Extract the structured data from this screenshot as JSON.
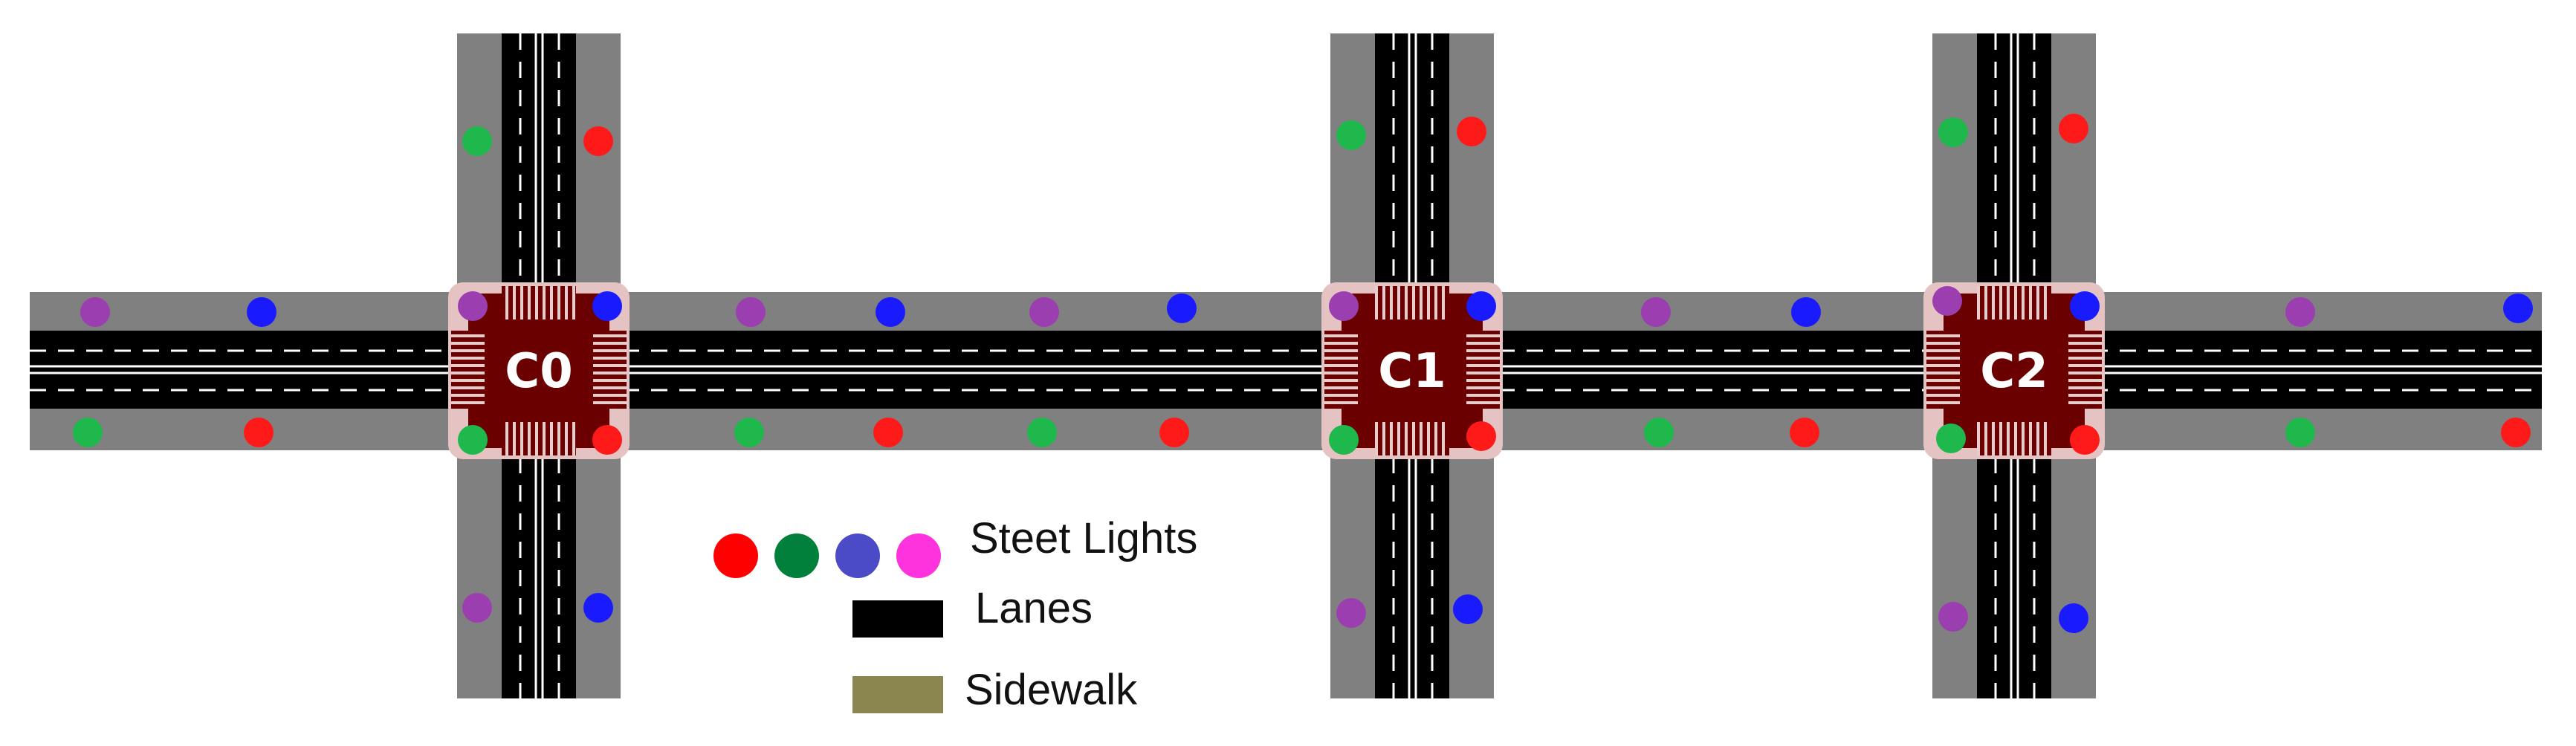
{
  "colors": {
    "sidewalk": "#808080",
    "lane": "#000000",
    "lane_marking": "#ffffff",
    "intersection": "#6b0000",
    "intersection_corner": "#e6c3c3",
    "red_light": "#ff1a1a",
    "green_light": "#1fb84c",
    "blue_light": "#1a1aff",
    "purple_light": "#9b3fb0",
    "legend_red": "#ff0000",
    "legend_green": "#00803a",
    "legend_blue": "#4b4bc8",
    "legend_magenta": "#ff33dd",
    "legend_lane": "#000000",
    "legend_sidewalk": "#8b8650"
  },
  "intersections": [
    {
      "label": "C0"
    },
    {
      "label": "C1"
    },
    {
      "label": "C2"
    }
  ],
  "legend": {
    "street_lights_label": "Steet Lights",
    "lanes_label": "Lanes",
    "sidewalk_label": "Sidewalk"
  }
}
